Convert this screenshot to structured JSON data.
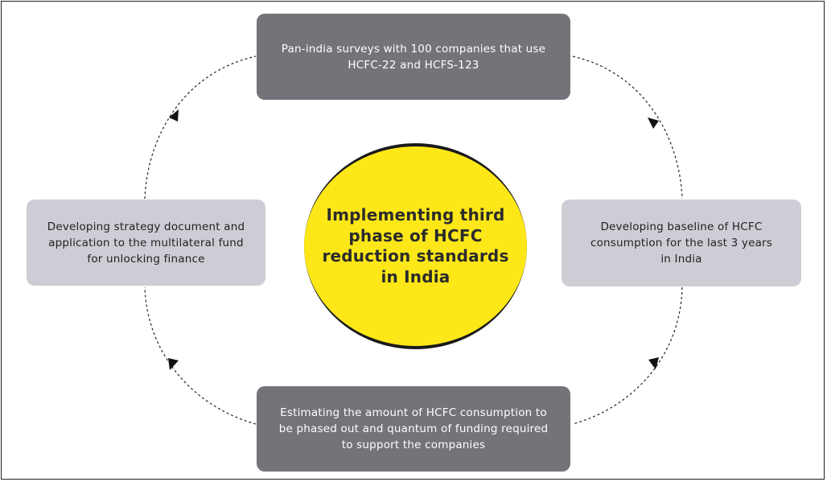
{
  "center": {
    "label": "Implementing third\nphase of HCFC\nreduction standards\nin India"
  },
  "steps": {
    "top": "Pan-india surveys with 100 companies that use\nHCFC-22 and HCFS-123",
    "right": "Developing baseline of HCFC\nconsumption for the last 3 years\nin India",
    "bottom": "Estimating the amount of HCFC consumption to\nbe phased out and quantum of funding required\nto support the companies",
    "left": "Developing strategy document and\napplication to the multilateral fund\nfor unlocking finance"
  },
  "colors": {
    "center_fill": "#fde718",
    "dark_box": "#737379",
    "light_box": "#cdcdd5"
  }
}
